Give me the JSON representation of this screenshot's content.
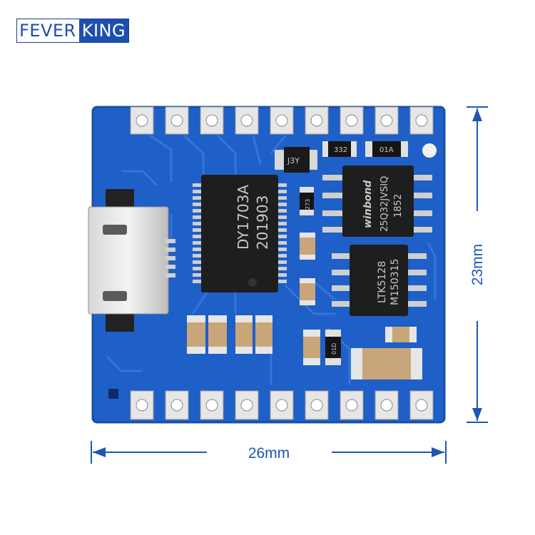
{
  "logo": {
    "part1": "FEVER",
    "part2": "KING"
  },
  "board": {
    "main_chip": [
      "DY1703A",
      "201903"
    ],
    "flash_chip": [
      "winbond",
      "25Q32JVSIQ",
      "1852"
    ],
    "amp_chip": [
      "LTK5128",
      "M150315"
    ],
    "res_332": "332",
    "res_01a": "01A",
    "res_273": "273",
    "res_01d": "01D",
    "diode_label": "J3Y"
  },
  "dimensions": {
    "width": "26mm",
    "height": "23mm"
  },
  "colors": {
    "pcb": "#1f5fc8",
    "dimension": "#1d57b5",
    "logo_blue": "#1d4fb0"
  }
}
